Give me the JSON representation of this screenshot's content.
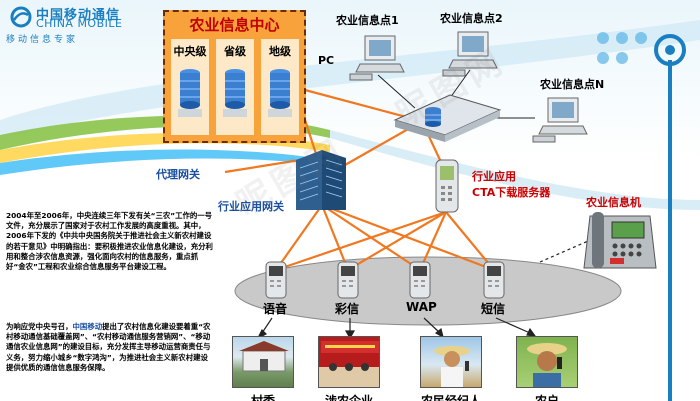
{
  "brand": {
    "name_cn": "中国移动通信",
    "name_en": "CHINA MOBILE",
    "slogan": "移动信息专家"
  },
  "center": {
    "title": "农业信息中心",
    "tiers": [
      "中央级",
      "省级",
      "地级"
    ]
  },
  "nodes": {
    "pc_label": "PC",
    "info_point_1": "农业信息点1",
    "info_point_2": "农业信息点2",
    "info_point_n": "农业信息点N",
    "proxy_gateway": "代理网关",
    "industry_gateway": "行业应用网关",
    "cta_line1": "行业应用",
    "cta_line2": "CTA下载服务器",
    "agri_terminal": "农业信息机"
  },
  "channels": [
    "语音",
    "彩信",
    "WAP",
    "短信"
  ],
  "photos": [
    {
      "caption": "村委"
    },
    {
      "caption": "涉农企业"
    },
    {
      "caption": "农民经纪人"
    },
    {
      "caption": "农户"
    }
  ],
  "text": {
    "para1": "2004年至2006年，中央连续三年下发有关“三农”工作的一号文件，充分展示了国家对于农村工作发展的高度重视。其中，2006年下发的《中共中央国务院关于推进社会主义新农村建设的若干意见》中明确指出：要积极推进农业信息化建设，充分利用和整合涉农信息资源，强化面向农村的信息服务，重点抓好“金农”工程和农业综合信息服务平台建设工程。",
    "para2_prefix": "为响应党中央号召，",
    "para2_highlight": "中国移动",
    "para2_suffix": "提出了农村信息化建设要着重“农村移动通信基础覆盖网”、“农村移动通信服务营销网”、“移动通信农业信息网”的建设目标，充分发挥主导移动运营商责任与义务，努力缩小城乡“数字鸿沟”，为推进社会主义新农村建设提供优质的通信信息服务保障。"
  },
  "watermark": "昵图网",
  "colors": {
    "brand_blue": "#1a7fc1",
    "accent_orange": "#f7a23a",
    "title_red": "#c00000",
    "link_orange": "#f07820",
    "ellipse_gray": "#c9c9c9"
  }
}
